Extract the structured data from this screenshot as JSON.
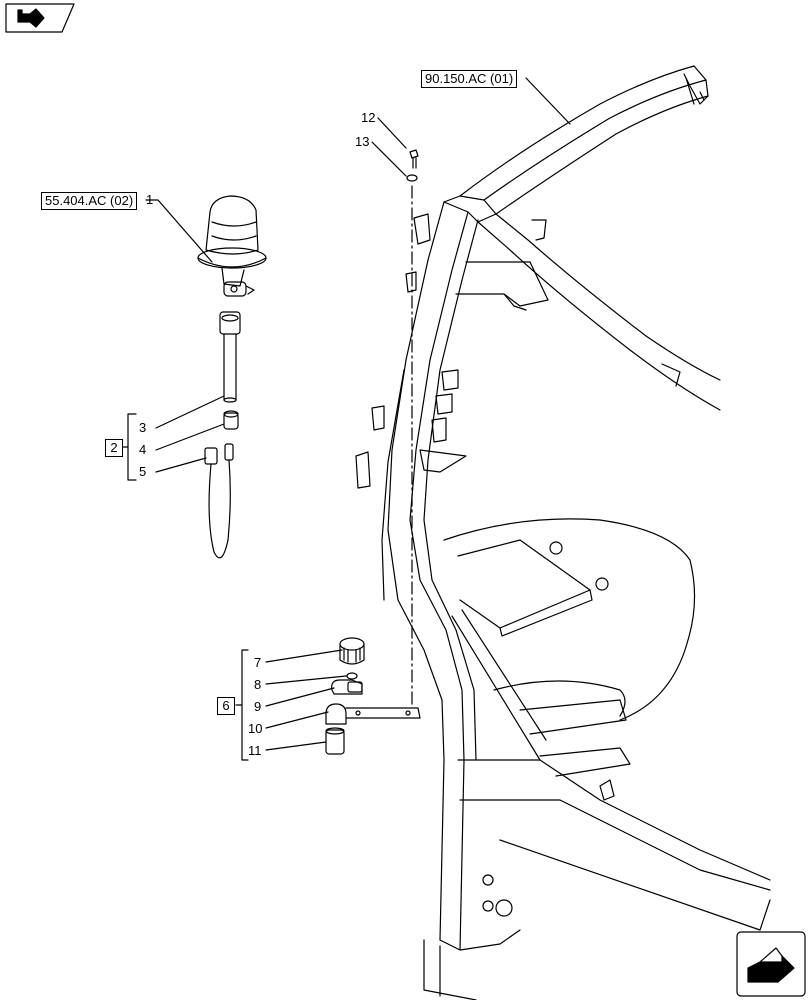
{
  "references": {
    "beacon_ref": "55.404.AC (02)",
    "cab_ref": "90.150.AC (01)"
  },
  "callouts": [
    "1",
    "2",
    "3",
    "4",
    "5",
    "6",
    "7",
    "8",
    "9",
    "10",
    "11",
    "12",
    "13"
  ],
  "groups": {
    "group_a": "2",
    "group_b": "6"
  },
  "icons": {
    "top_left": "previous-page-arrow-icon",
    "bottom_right": "next-page-arrow-icon"
  }
}
